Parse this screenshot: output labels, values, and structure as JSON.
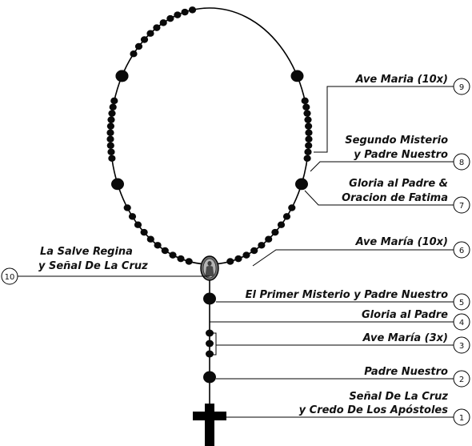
{
  "colors": {
    "ink": "#000000",
    "bead": "#0a0a0a",
    "medal": "#8a8a8a",
    "background": "#ffffff"
  },
  "icons": {
    "cross": "cross-icon",
    "medal": "virgin-mary-medal-icon"
  },
  "steps": [
    {
      "number": "1",
      "lines": [
        "Señal De La Cruz",
        "y Credo De Los Apóstoles"
      ]
    },
    {
      "number": "2",
      "lines": [
        "Padre Nuestro"
      ]
    },
    {
      "number": "3",
      "lines": [
        "Ave María (3x)"
      ]
    },
    {
      "number": "4",
      "lines": [
        "Gloria al  Padre"
      ]
    },
    {
      "number": "5",
      "lines": [
        "El Primer Misterio y Padre Nuestro"
      ]
    },
    {
      "number": "6",
      "lines": [
        "Ave María (10x)"
      ]
    },
    {
      "number": "7",
      "lines": [
        "Gloria al Padre &",
        "Oracion de Fatima"
      ]
    },
    {
      "number": "8",
      "lines": [
        "Segundo Misterio",
        "y Padre Nuestro"
      ]
    },
    {
      "number": "9",
      "lines": [
        "Ave Maria (10x)"
      ]
    },
    {
      "number": "10",
      "lines": [
        "La Salve Regina",
        "y Señal De La Cruz"
      ]
    }
  ]
}
